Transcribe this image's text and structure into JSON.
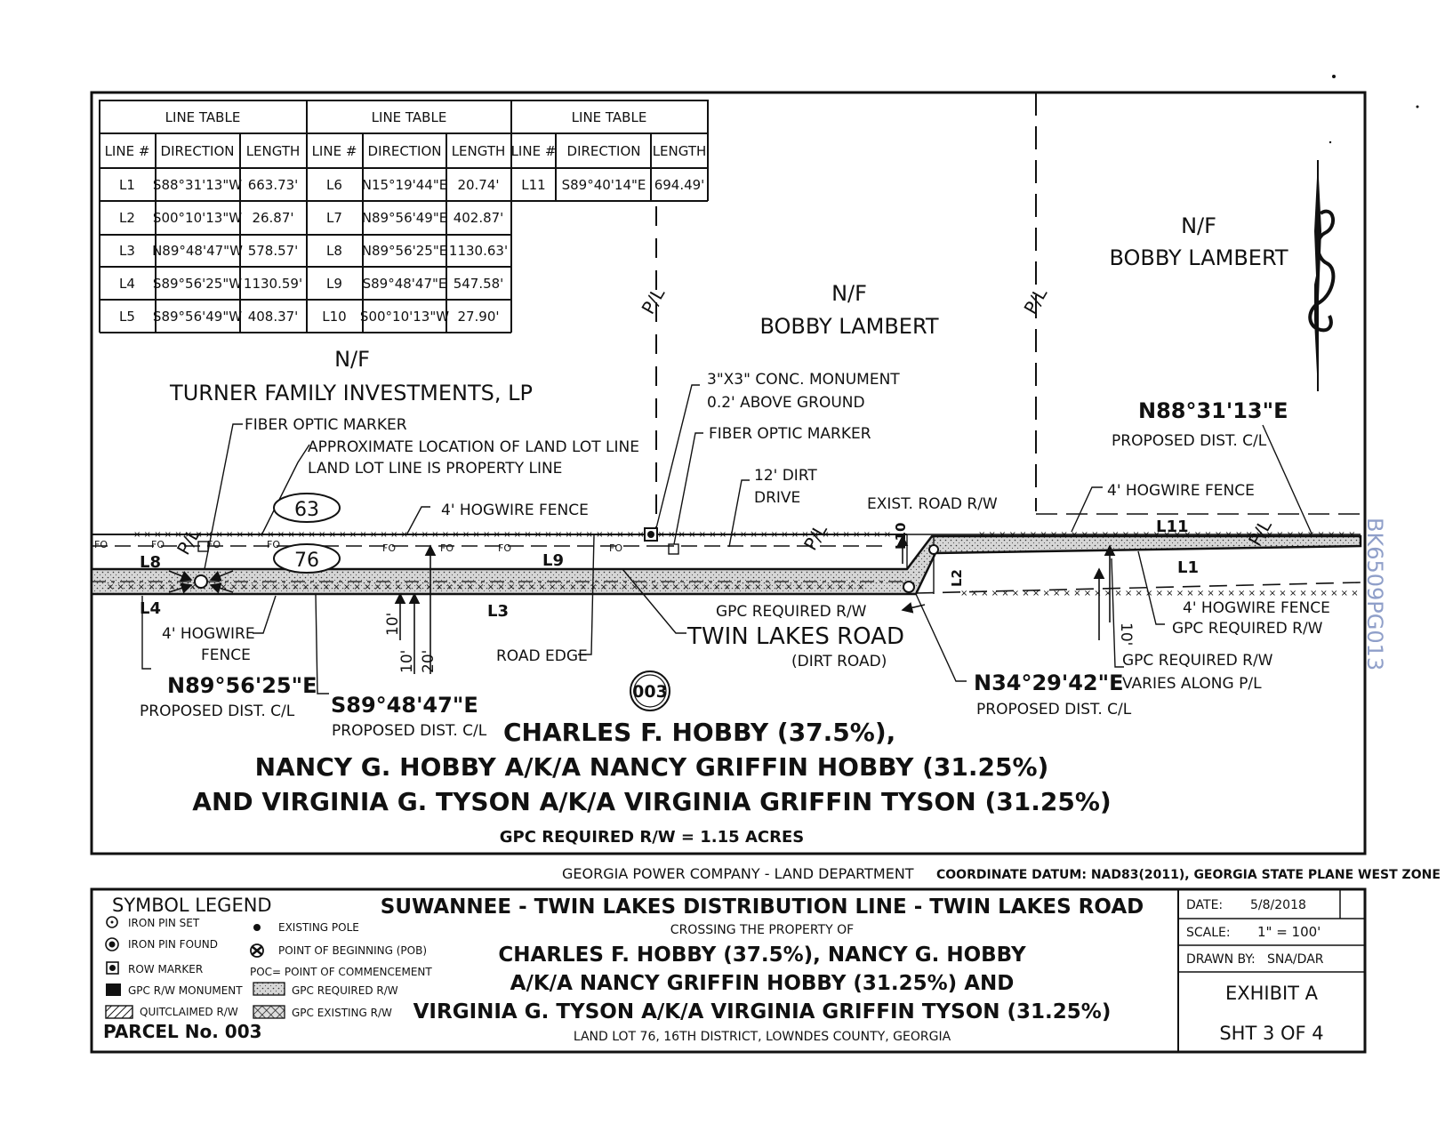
{
  "line_tables": [
    {
      "title": "LINE TABLE",
      "headers": [
        "LINE #",
        "DIRECTION",
        "LENGTH"
      ],
      "rows": [
        [
          "L1",
          "S88°31'13\"W",
          "663.73'"
        ],
        [
          "L2",
          "S00°10'13\"W",
          "26.87'"
        ],
        [
          "L3",
          "N89°48'47\"W",
          "578.57'"
        ],
        [
          "L4",
          "S89°56'25\"W",
          "1130.59'"
        ],
        [
          "L5",
          "S89°56'49\"W",
          "408.37'"
        ]
      ]
    },
    {
      "title": "LINE TABLE",
      "headers": [
        "LINE #",
        "DIRECTION",
        "LENGTH"
      ],
      "rows": [
        [
          "L6",
          "N15°19'44\"E",
          "20.74'"
        ],
        [
          "L7",
          "N89°56'49\"E",
          "402.87'"
        ],
        [
          "L8",
          "N89°56'25\"E",
          "1130.63'"
        ],
        [
          "L9",
          "S89°48'47\"E",
          "547.58'"
        ],
        [
          "L10",
          "S00°10'13\"W",
          "27.90'"
        ]
      ]
    },
    {
      "title": "LINE TABLE",
      "headers": [
        "LINE #",
        "DIRECTION",
        "LENGTH"
      ],
      "rows": [
        [
          "L11",
          "S89°40'14\"E",
          "694.49'"
        ]
      ]
    }
  ],
  "owners": {
    "turner_nf": "N/F",
    "turner_name": "TURNER FAMILY INVESTMENTS, LP",
    "lambert1_nf": "N/F",
    "lambert1_name": "BOBBY LAMBERT",
    "lambert2_nf": "N/F",
    "lambert2_name": "BOBBY LAMBERT",
    "main_line1": "CHARLES F. HOBBY (37.5%),",
    "main_line2": "NANCY G. HOBBY A/K/A NANCY GRIFFIN HOBBY (31.25%)",
    "main_line3": "AND VIRGINIA G. TYSON A/K/A VIRGINIA GRIFFIN TYSON (31.25%)",
    "rw_area": "GPC REQUIRED R/W = 1.15 ACRES"
  },
  "annotations": {
    "fiber_optic_marker_1": "FIBER OPTIC MARKER",
    "approx_land_lot_1": "APPROXIMATE LOCATION OF LAND LOT LINE",
    "approx_land_lot_2": "LAND LOT LINE IS PROPERTY LINE",
    "hogwire_fence_mid": "4' HOGWIRE FENCE",
    "lot_63": "63",
    "lot_76": "76",
    "pl_label": "P/L",
    "monument_1": "3\"X3\" CONC. MONUMENT",
    "monument_2": "0.2' ABOVE GROUND",
    "fiber_optic_marker_2": "FIBER OPTIC MARKER",
    "dirt_drive_1": "12' DIRT",
    "dirt_drive_2": "DRIVE",
    "exist_road_rw": "EXIST. ROAD R/W",
    "bearing_ne": "N88°31'13\"E",
    "proposed_cl_1": "PROPOSED DIST. C/L",
    "hogwire_fence_right": "4' HOGWIRE FENCE",
    "hogwire_fence_left_1": "4' HOGWIRE",
    "hogwire_fence_left_2": "FENCE",
    "bearing_left": "N89°56'25\"E",
    "proposed_cl_2": "PROPOSED DIST. C/L",
    "bearing_mid": "S89°48'47\"E",
    "proposed_cl_3": "PROPOSED DIST. C/L",
    "road_edge": "ROAD EDGE",
    "gpc_required_rw_1": "GPC REQUIRED R/W",
    "road_name": "TWIN LAKES ROAD",
    "road_type": "(DIRT ROAD)",
    "bearing_right": "N34°29'42\"E",
    "proposed_cl_4": "PROPOSED DIST. C/L",
    "hogwire_fence_r2": "4' HOGWIRE FENCE",
    "gpc_required_rw_2": "GPC REQUIRED R/W",
    "gpc_required_rw_3": "GPC REQUIRED R/W",
    "varies_along_pl": "VARIES ALONG P/L",
    "parcel_circle": "003",
    "dim_10_a": "10'",
    "dim_10_b": "10'",
    "dim_20": "20'",
    "dim_10_c": "10'",
    "fo": "FO",
    "line_labels": [
      "L8",
      "L4",
      "L3",
      "L9",
      "L10",
      "L2",
      "L11",
      "L1"
    ]
  },
  "header_strip": {
    "company": "GEORGIA POWER COMPANY  -  LAND DEPARTMENT",
    "datum": "COORDINATE DATUM: NAD83(2011), GEORGIA STATE PLANE WEST ZONE"
  },
  "legend": {
    "title": "SYMBOL LEGEND",
    "items": [
      {
        "icon": "iron-pin-set-icon",
        "label": "IRON PIN SET"
      },
      {
        "icon": "iron-pin-found-icon",
        "label": "IRON PIN FOUND"
      },
      {
        "icon": "row-marker-icon",
        "label": "ROW MARKER"
      },
      {
        "icon": "gpc-rw-monument-icon",
        "label": "GPC R/W MONUMENT"
      },
      {
        "icon": "quitclaimed-rw-icon",
        "label": "QUITCLAIMED R/W"
      }
    ],
    "items2": [
      {
        "icon": "existing-pole-icon",
        "label": "EXISTING POLE"
      },
      {
        "icon": "pob-icon",
        "label": "POINT OF BEGINNING (POB)"
      },
      {
        "icon": "",
        "label": "POC= POINT OF COMMENCEMENT"
      },
      {
        "icon": "gpc-required-rw-icon",
        "label": "GPC REQUIRED R/W"
      },
      {
        "icon": "gpc-existing-rw-icon",
        "label": "GPC EXISTING R/W"
      }
    ],
    "rw_mon_abbr": "R/W",
    "parcel": "PARCEL No. 003"
  },
  "title_block": {
    "project": "SUWANNEE - TWIN LAKES DISTRIBUTION LINE - TWIN LAKES ROAD",
    "crossing": "CROSSING THE PROPERTY OF",
    "owner_1": "CHARLES F. HOBBY (37.5%), NANCY G. HOBBY",
    "owner_2": "A/K/A NANCY GRIFFIN HOBBY (31.25%) AND",
    "owner_3": "VIRGINIA G. TYSON A/K/A VIRGINIA GRIFFIN TYSON (31.25%)",
    "location": "LAND LOT 76, 16TH DISTRICT, LOWNDES COUNTY, GEORGIA"
  },
  "info_block": {
    "date_label": "DATE:",
    "date_value": "5/8/2018",
    "scale_label": "SCALE:",
    "scale_value": "1\" =  100'",
    "drawn_label": "DRAWN BY:",
    "drawn_value": "SNA/DAR",
    "exhibit": "EXHIBIT A",
    "sheet": "SHT 3 OF  4"
  },
  "stamp": "BK6509PG013",
  "colors": {
    "ink": "#111111",
    "rw_fill": "#d2d2d2",
    "stamp": "#8f9fc9"
  }
}
